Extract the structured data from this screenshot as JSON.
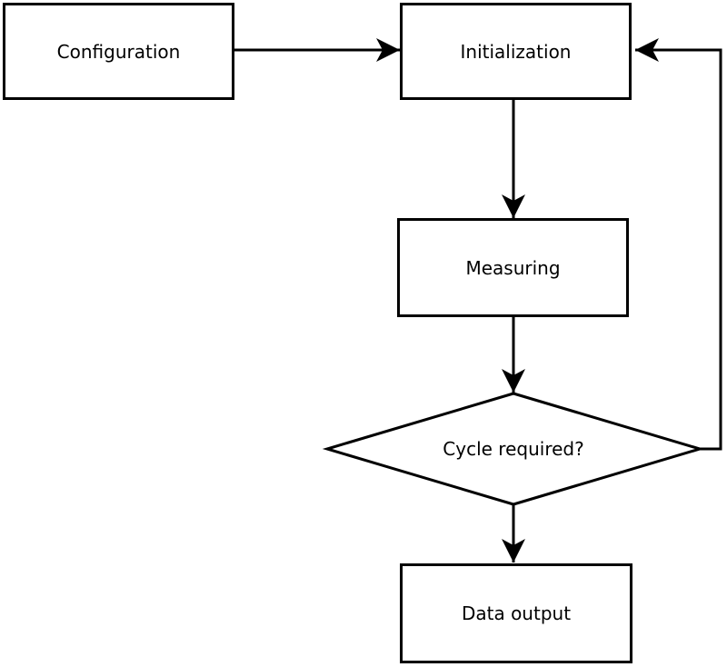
{
  "diagram": {
    "type": "flowchart",
    "background_color": "#ffffff",
    "stroke_color": "#000000",
    "text_color": "#000000",
    "nodes": [
      {
        "id": "configuration",
        "label": "Configuration",
        "shape": "rectangle"
      },
      {
        "id": "initialization",
        "label": "Initialization",
        "shape": "rectangle"
      },
      {
        "id": "measuring",
        "label": "Measuring",
        "shape": "rectangle"
      },
      {
        "id": "cycle-required",
        "label": "Cycle required?",
        "shape": "diamond"
      },
      {
        "id": "data-output",
        "label": "Data output",
        "shape": "rectangle"
      }
    ],
    "edges": [
      {
        "from": "configuration",
        "to": "initialization"
      },
      {
        "from": "initialization",
        "to": "measuring"
      },
      {
        "from": "measuring",
        "to": "cycle-required"
      },
      {
        "from": "cycle-required",
        "to": "data-output"
      },
      {
        "from": "cycle-required",
        "to": "initialization"
      }
    ]
  }
}
